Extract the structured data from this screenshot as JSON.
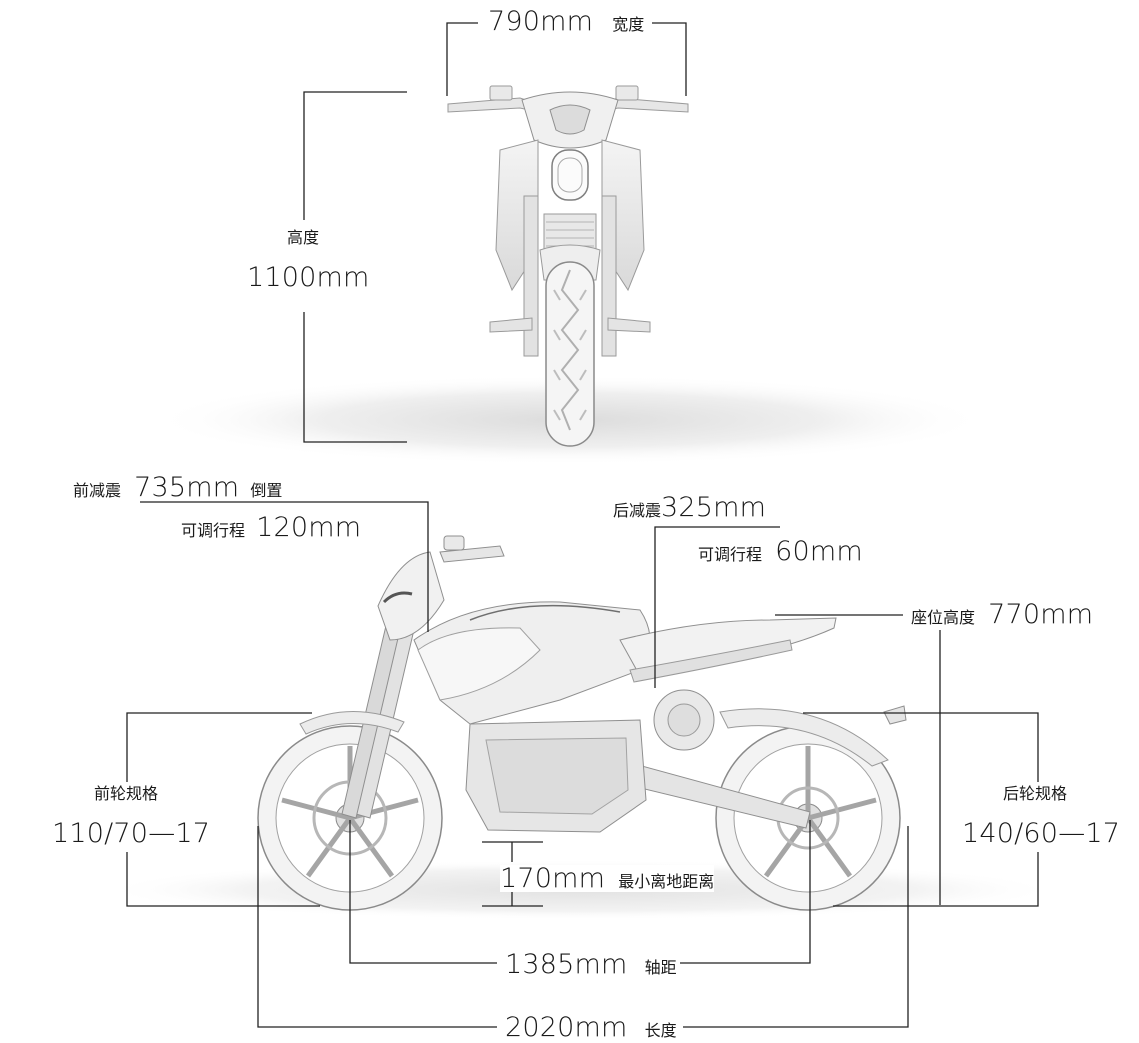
{
  "front_view": {
    "width": {
      "value": "790mm",
      "caption": "宽度"
    },
    "height": {
      "caption": "高度",
      "value": "1100mm"
    }
  },
  "side_view": {
    "front_suspension": {
      "caption": "前减震",
      "value": "735mm",
      "note": "倒置",
      "travel_caption": "可调行程",
      "travel_value": "120mm"
    },
    "rear_suspension": {
      "caption": "后减震",
      "value": "325mm",
      "travel_caption": "可调行程",
      "travel_value": "60mm"
    },
    "seat_height": {
      "caption": "座位高度",
      "value": "770mm"
    },
    "front_tire": {
      "caption": "前轮规格",
      "value": "110/70—17"
    },
    "rear_tire": {
      "caption": "后轮规格",
      "value": "140/60—17"
    },
    "ground_clearance": {
      "value": "170mm",
      "caption": "最小离地距离"
    },
    "wheelbase": {
      "value": "1385mm",
      "caption": "轴距"
    },
    "length": {
      "value": "2020mm",
      "caption": "长度"
    }
  }
}
